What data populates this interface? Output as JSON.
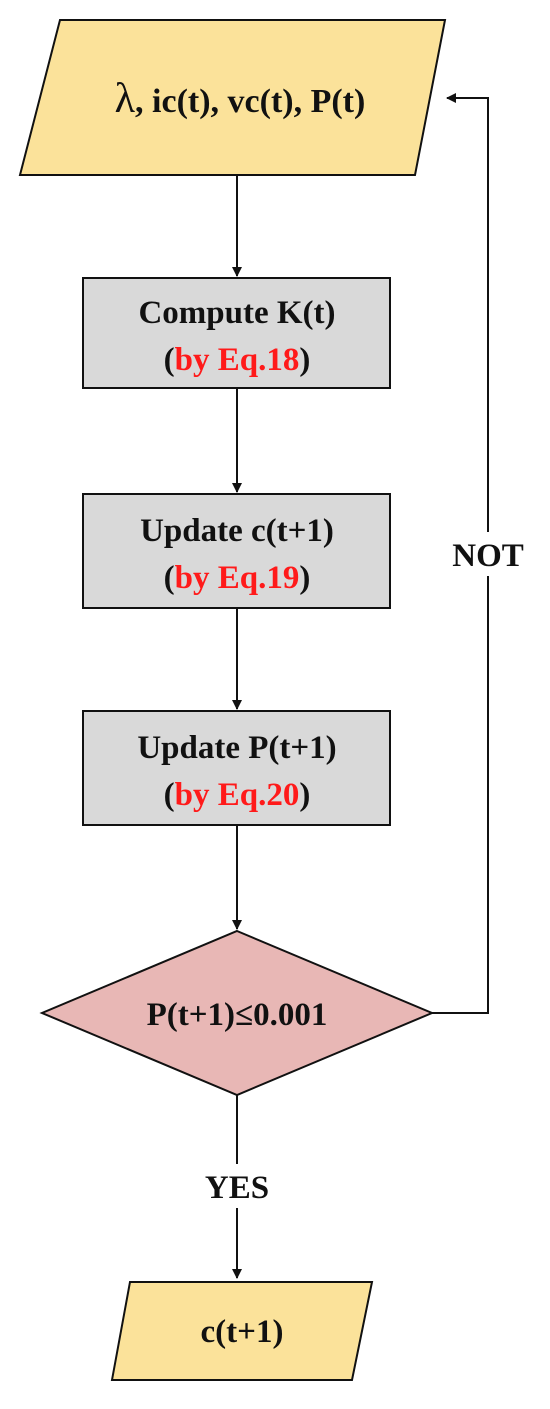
{
  "colors": {
    "io_fill": "#fbe29a",
    "process_fill": "#d9d9d9",
    "decision_fill": "#e8b7b5",
    "stroke": "#111111",
    "reference_text": "#ff1a1a"
  },
  "input_node": {
    "shape": "parallelogram",
    "symbol": "λ",
    "text": ", ic(t), vc(t), P(t)"
  },
  "step1": {
    "shape": "rectangle",
    "line1": "Compute K(t)",
    "paren_open": "(",
    "ref": "by Eq.18",
    "paren_close": ")"
  },
  "step2": {
    "shape": "rectangle",
    "line1": "Update c(t+1)",
    "paren_open": "(",
    "ref": "by Eq.19",
    "paren_close": ")"
  },
  "step3": {
    "shape": "rectangle",
    "line1": "Update P(t+1)",
    "paren_open": "(",
    "ref": "by Eq.20",
    "paren_close": ")"
  },
  "decision": {
    "shape": "diamond",
    "text": "P(t+1)≤0.001"
  },
  "edges": {
    "no_label": "NOT",
    "yes_label": "YES"
  },
  "output_node": {
    "shape": "parallelogram",
    "text": "c(t+1)"
  }
}
